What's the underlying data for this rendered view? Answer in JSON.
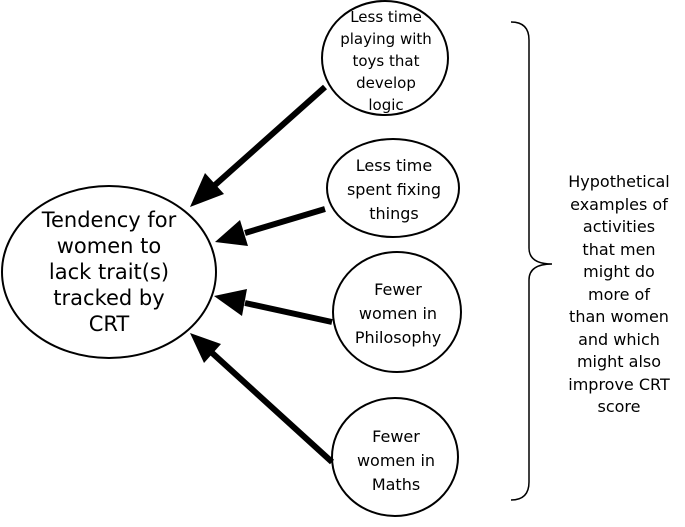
{
  "diagram": {
    "central_node": {
      "label": "Tendency for\nwomen to\nlack trait(s)\ntracked by\nCRT"
    },
    "activity_nodes": [
      {
        "label": "Less time\nplaying with\ntoys that\ndevelop\nlogic"
      },
      {
        "label": "Less time\nspent fixing\nthings"
      },
      {
        "label": "Fewer\nwomen in\nPhilosophy"
      },
      {
        "label": "Fewer\nwomen in\nMaths"
      }
    ],
    "brace_annotation": {
      "label": "Hypothetical\nexamples of\nactivities\nthat men\nmight do\nmore of\nthan women\nand which\nmight also\nimprove CRT\nscore"
    },
    "colors": {
      "stroke": "#000000",
      "background": "#ffffff"
    }
  }
}
